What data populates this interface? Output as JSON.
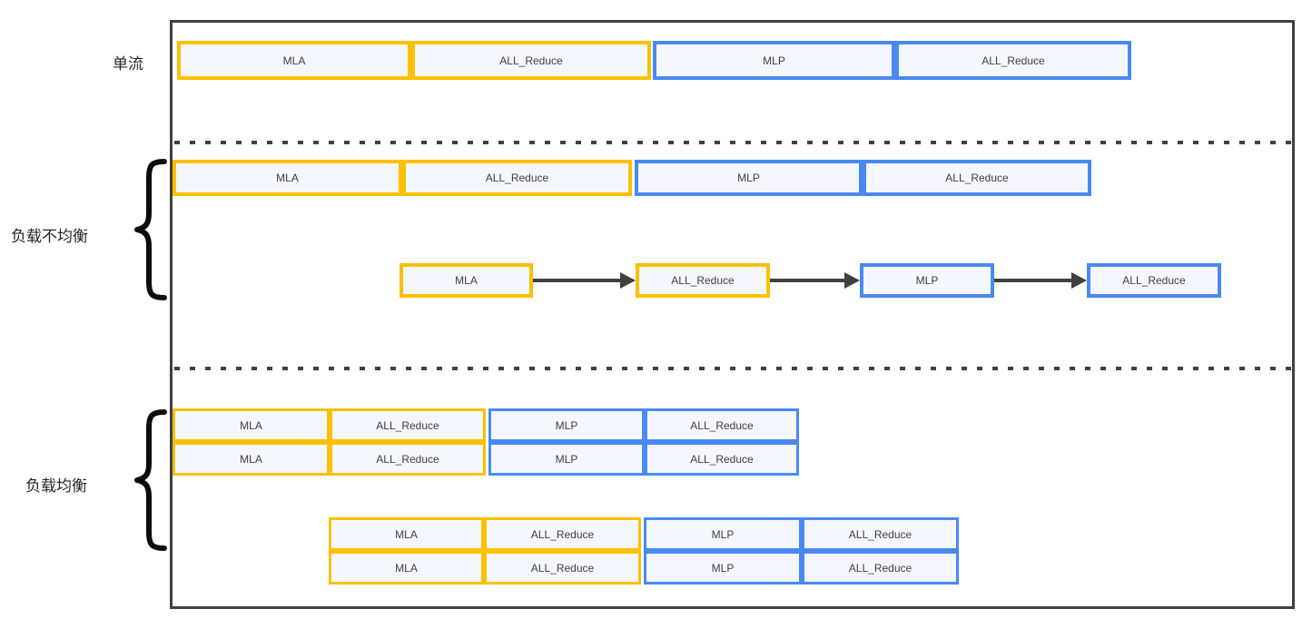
{
  "labels": {
    "single_stream": "单流",
    "load_imbalanced": "负载不均衡",
    "load_balanced": "负载均衡"
  },
  "colors": {
    "attention_border": "#FFC000",
    "mlp_border": "#4A89F4",
    "box_fill": "#F4F8FE",
    "outline": "#404040",
    "text": "#3F3F3F"
  },
  "single_stream_row": [
    "MLA",
    "ALL_Reduce",
    "MLP",
    "ALL_Reduce"
  ],
  "imbalanced": {
    "stream1": [
      "MLA",
      "ALL_Reduce",
      "MLP",
      "ALL_Reduce"
    ],
    "stream2": [
      "MLA",
      "ALL_Reduce",
      "MLP",
      "ALL_Reduce"
    ]
  },
  "balanced": {
    "group1": {
      "row1": [
        "MLA",
        "ALL_Reduce",
        "MLP",
        "ALL_Reduce"
      ],
      "row2": [
        "MLA",
        "ALL_Reduce",
        "MLP",
        "ALL_Reduce"
      ]
    },
    "group2": {
      "row1": [
        "MLA",
        "ALL_Reduce",
        "MLP",
        "ALL_Reduce"
      ],
      "row2": [
        "MLA",
        "ALL_Reduce",
        "MLP",
        "ALL_Reduce"
      ]
    }
  }
}
